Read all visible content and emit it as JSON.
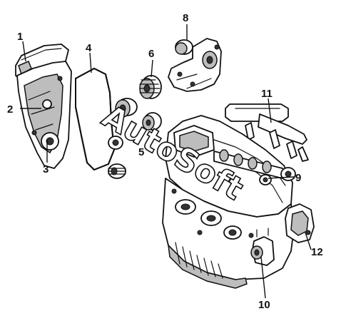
{
  "callouts": {
    "c1": "1",
    "c2": "2",
    "c3": "3",
    "c4": "4",
    "c5": "5",
    "c6": "6",
    "c8": "8",
    "c9": "9",
    "c10": "10",
    "c11": "11",
    "c12": "12"
  },
  "watermark": "AutoSoft",
  "icons": {
    "timing_cover": "timing-cover-icon",
    "timing_belt": "timing-belt-icon",
    "oil_pump": "oil-pump-icon",
    "engine_block": "engine-block-icon",
    "camshaft": "camshaft-icon",
    "fuel_rail": "fuel-rail-icon"
  }
}
